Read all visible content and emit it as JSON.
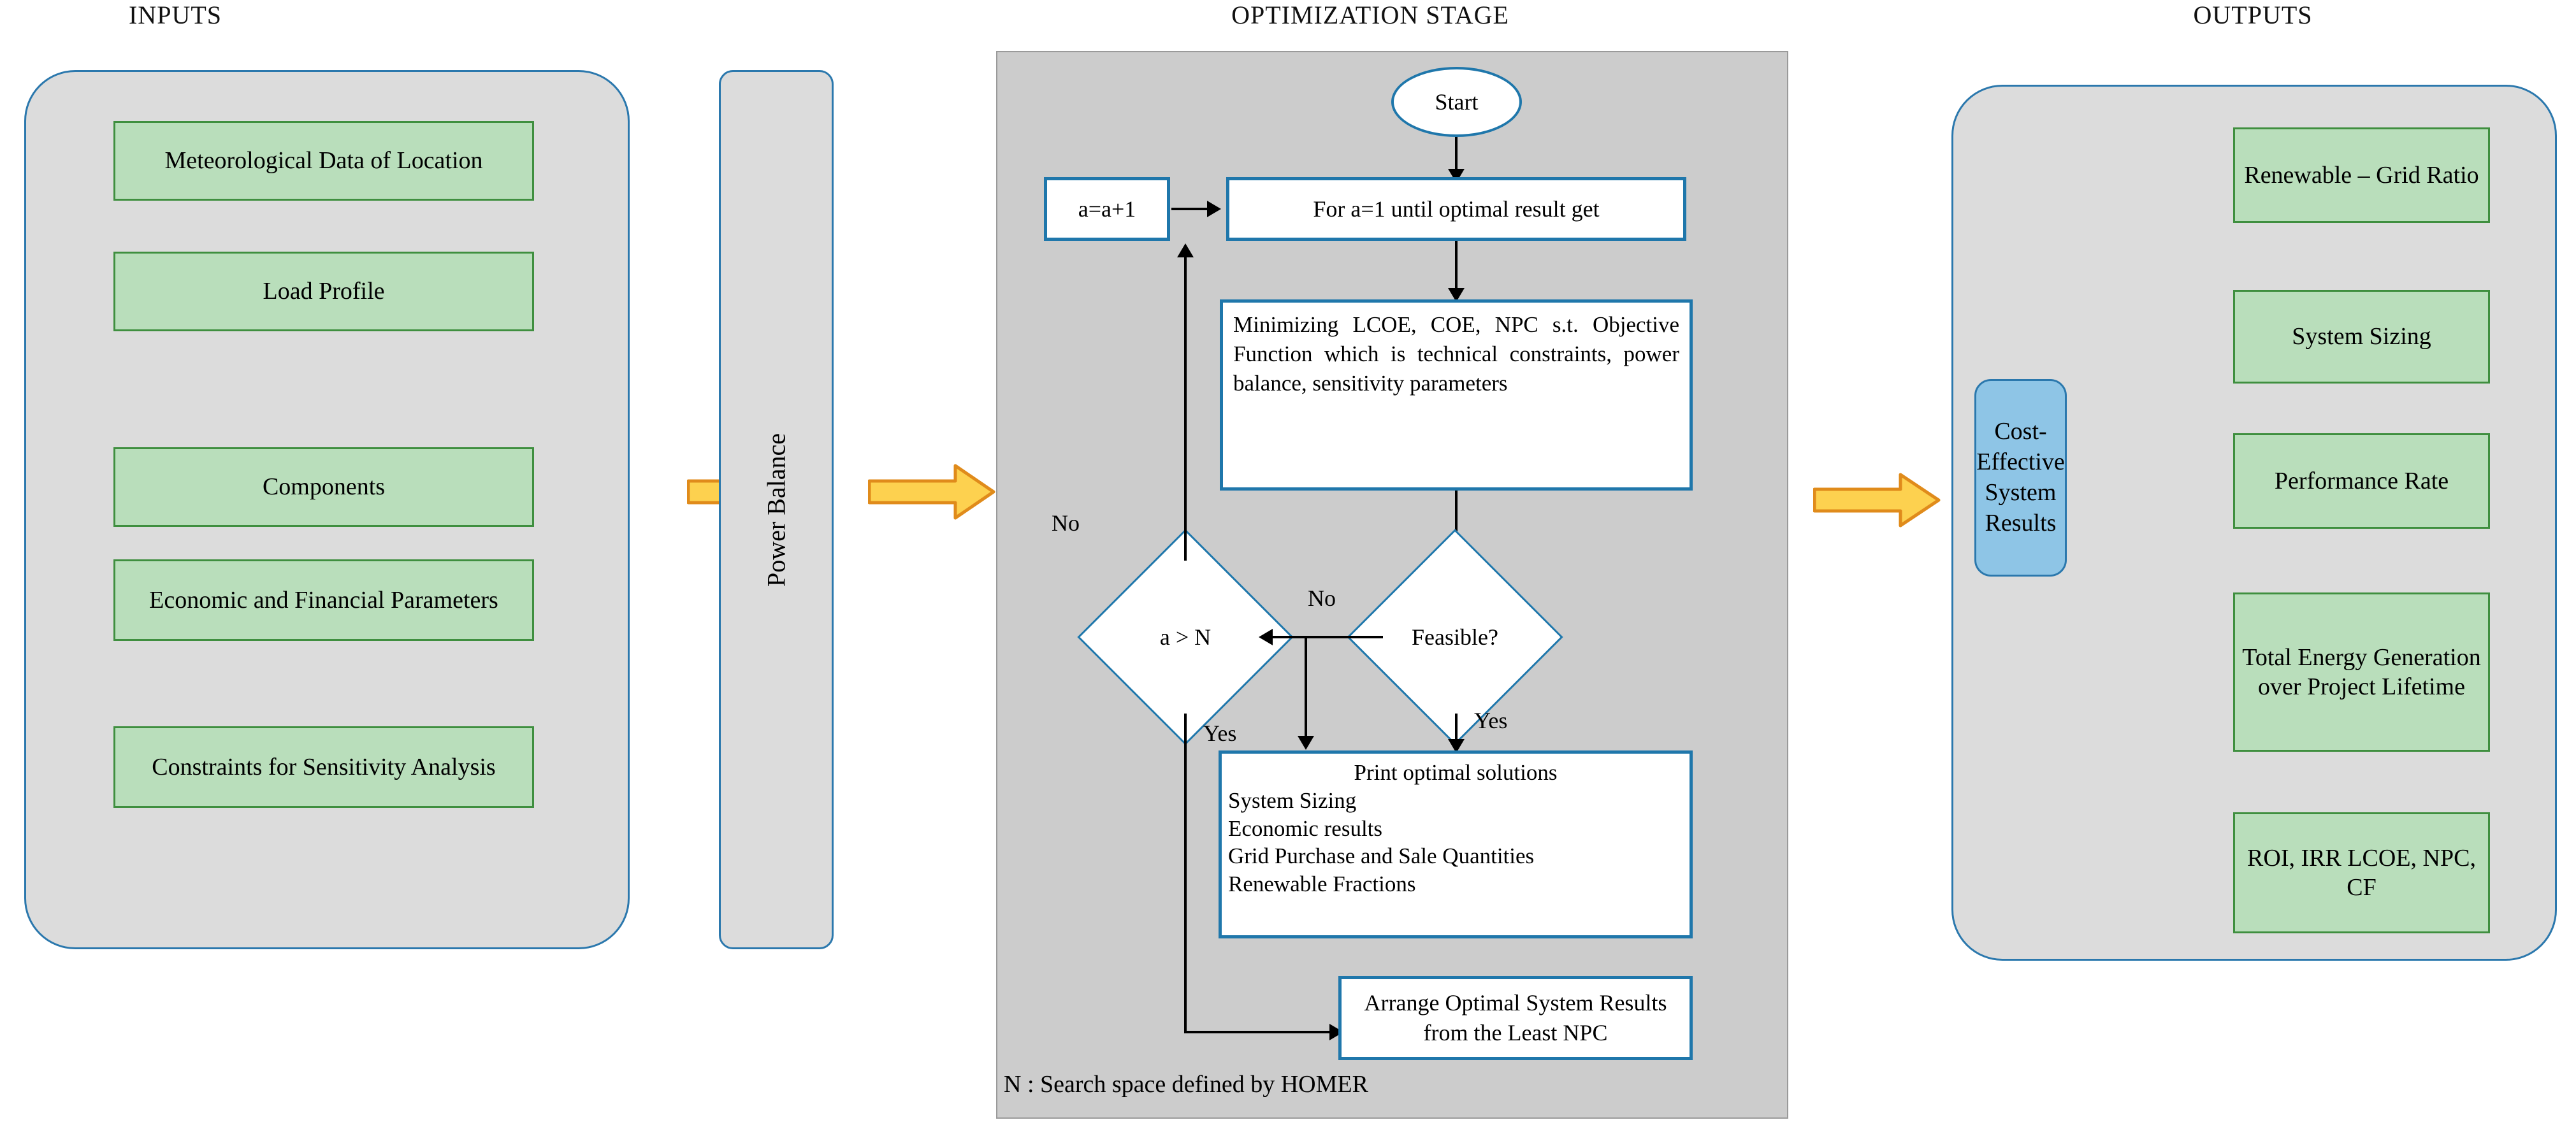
{
  "sections": {
    "inputs_caption": "INPUTS",
    "optimization_caption": "OPTIMIZATION STAGE",
    "outputs_caption": "OUTPUTS"
  },
  "inputs": {
    "items": [
      {
        "label": "Meteorological Data of Location"
      },
      {
        "label": "Load Profile"
      },
      {
        "label": "Components"
      },
      {
        "label": "Economic and Financial Parameters"
      },
      {
        "label": "Constraints for Sensitivity Analysis"
      }
    ]
  },
  "power_balance": {
    "label": "Power Balance"
  },
  "flowchart": {
    "start": "Start",
    "increment": "a=a+1",
    "loop": "For a=1 until optimal result get",
    "objective": "Minimizing LCOE, COE, NPC s.t. Objective Function which is technical constraints, power balance, sensitivity parameters",
    "feasible": "Feasible?",
    "a_gt_n": "a > N",
    "print_title": "Print optimal solutions",
    "print_lines": [
      "System Sizing",
      "Economic results",
      "Grid Purchase and Sale Quantities",
      "Renewable Fractions"
    ],
    "arrange": "Arrange Optimal System Results from the Least NPC",
    "footnote": "N : Search space defined by HOMER",
    "edge_labels": {
      "no_left": "No",
      "no_mid": "No",
      "yes_left": "Yes",
      "yes_right": "Yes"
    }
  },
  "outputs": {
    "highlight": "Cost-Effective System Results",
    "items": [
      {
        "label": "Renewable – Grid Ratio"
      },
      {
        "label": "System Sizing"
      },
      {
        "label": "Performance Rate"
      },
      {
        "label": "Total Energy Generation over Project Lifetime"
      },
      {
        "label": "ROI, IRR LCOE, NPC, CF"
      }
    ]
  },
  "colors": {
    "panel_fill": "#dcdcdc",
    "panel_border": "#2b78ad",
    "green_fill": "#b9debb",
    "green_border": "#3f8f3f",
    "blue_fill": "#8ec5e6",
    "stage_fill": "#cccccc",
    "stage_border": "#9a9a9a",
    "flow_border": "#1f77ab",
    "arrow_fill": "#fdd14f",
    "arrow_border": "#e08b1b"
  }
}
